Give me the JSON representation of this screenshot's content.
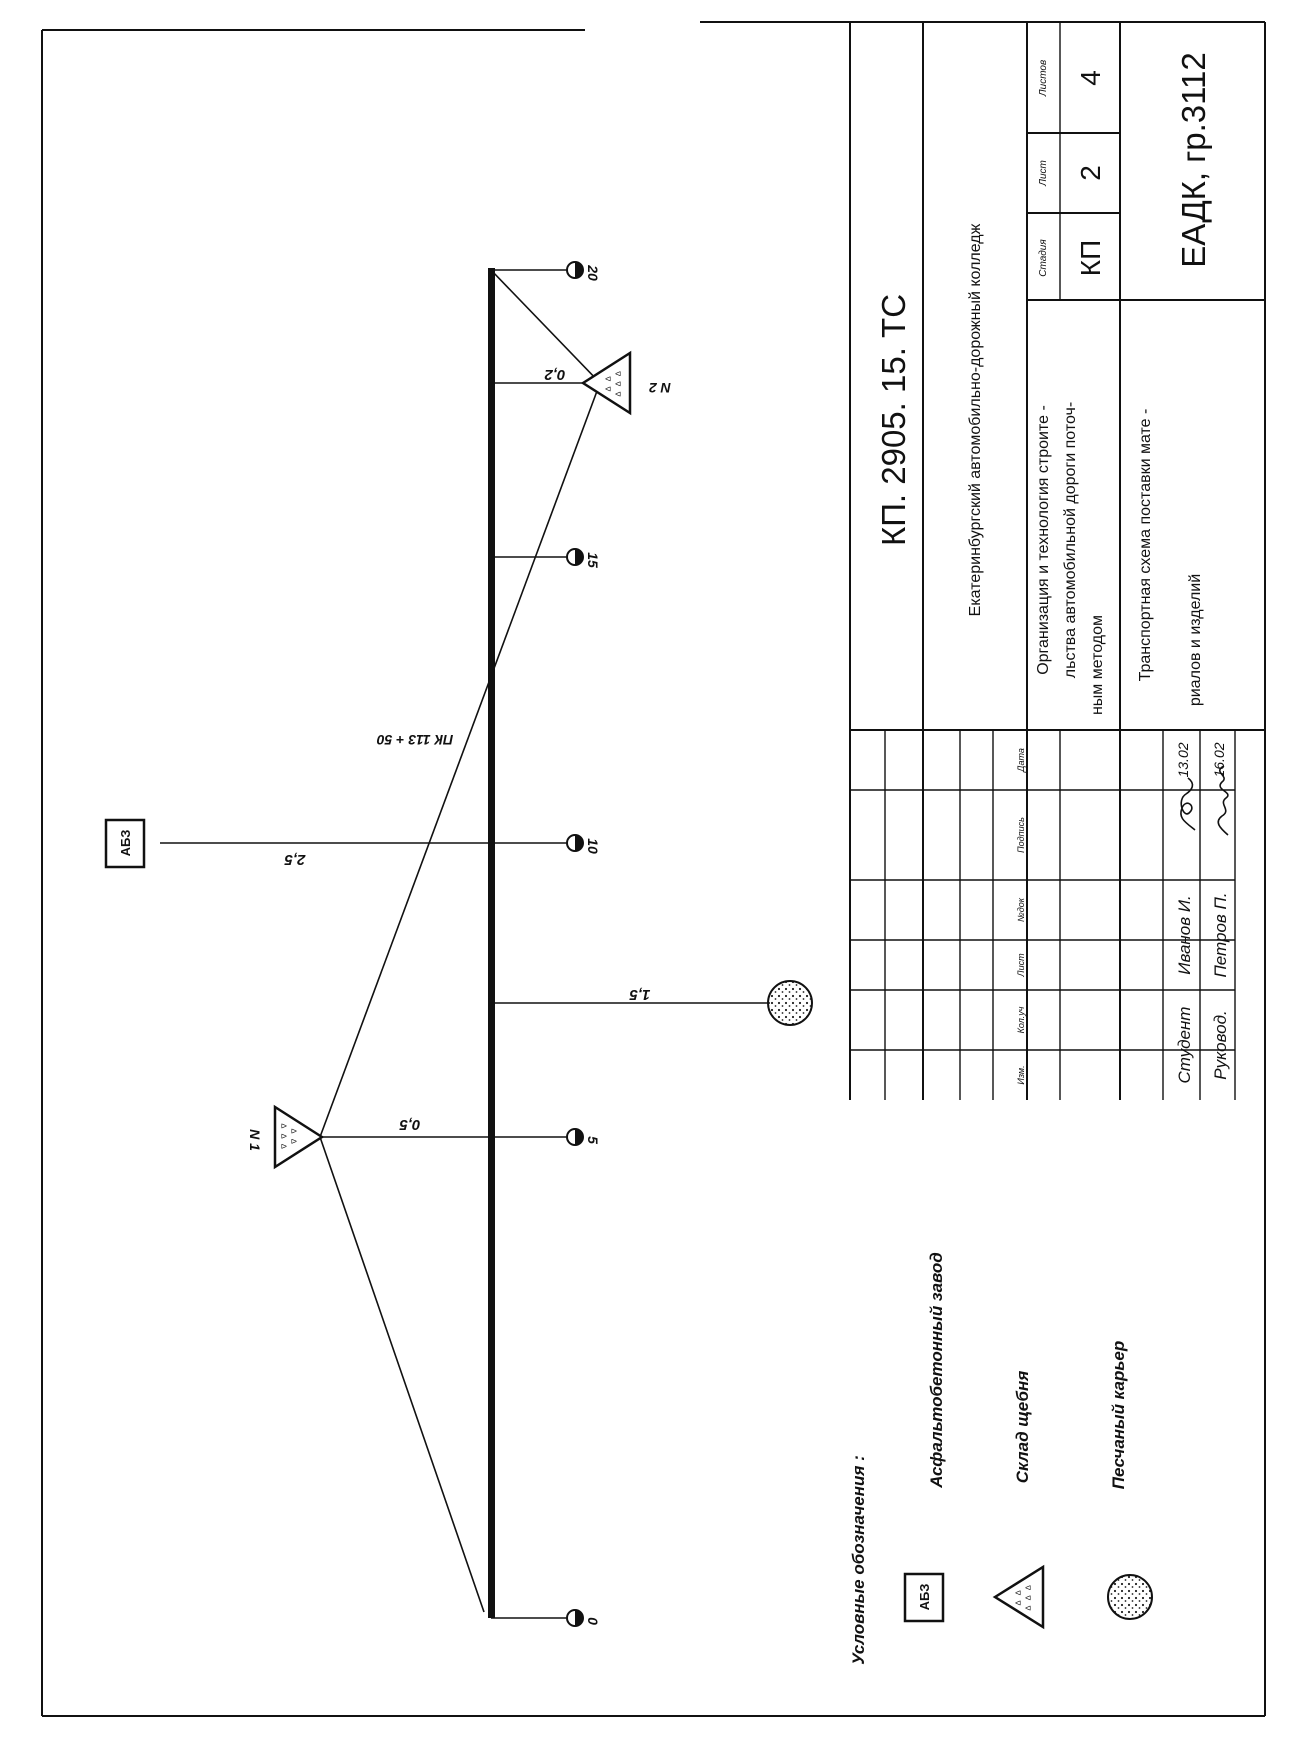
{
  "legend": {
    "title": "Условные обозначения :",
    "items": [
      {
        "symbol_text": "АБЗ",
        "label": "Асфальтобетонный завод",
        "icon": "abz-box-icon"
      },
      {
        "symbol_text": "",
        "label": "Склад щебня",
        "icon": "gravel-triangle-icon"
      },
      {
        "symbol_text": "",
        "label": "Песчаный карьер",
        "icon": "sand-pit-circle-icon"
      }
    ]
  },
  "diagram": {
    "pickets": [
      "0",
      "5",
      "10",
      "15",
      "20"
    ],
    "abz_label": "АБЗ",
    "abz_distance": "2,5",
    "warehouse1_label": "N 1",
    "warehouse1_distance": "0,5",
    "warehouse2_label": "N 2",
    "warehouse2_distance": "0,2",
    "sand_pit_distance": "1,5",
    "pk_label": "ПК 113 + 50"
  },
  "title_block": {
    "doc_code": "КП. 2905. 15. ТС",
    "organization": "Екатеринбургский автомобильно-дорожный колледж",
    "work_title": [
      "Организация и технология строите -",
      "льства автомобильной дороги поточ-",
      "ным методом"
    ],
    "sheet_title": [
      "Транспортная схема поставки мате -",
      "риалов и изделий"
    ],
    "stage_header": "Стадия",
    "sheet_header": "Лист",
    "sheets_header": "Листов",
    "stage": "КП",
    "sheet": "2",
    "sheets": "4",
    "group": "ЕАДК, гр.3112",
    "col_headers": [
      "Изм.",
      "Кол.уч",
      "Лист",
      "№док",
      "Подпись",
      "Дата"
    ],
    "people": [
      {
        "role": "Студент",
        "name": "Иванов И.",
        "date": "13.02"
      },
      {
        "role": "Руковод.",
        "name": "Петров П.",
        "date": "16.02"
      }
    ]
  }
}
